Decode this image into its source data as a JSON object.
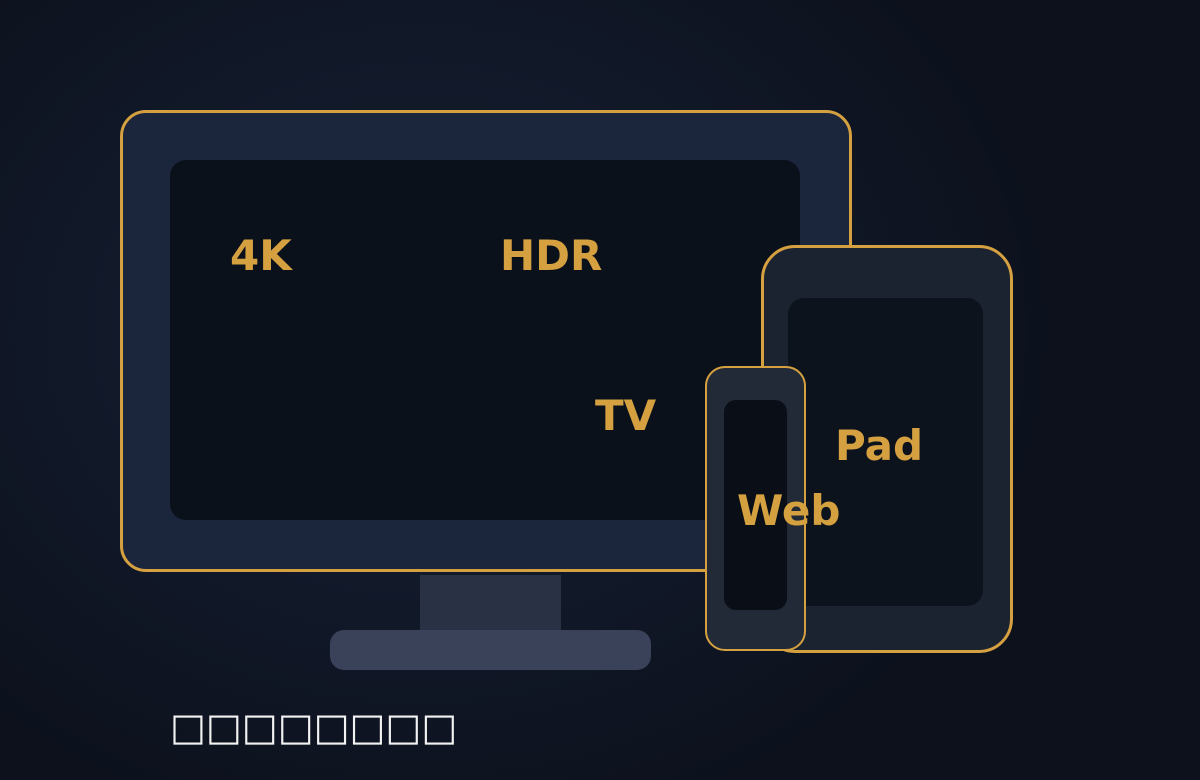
{
  "illustration": {
    "labels": {
      "resolution": "4K",
      "dynamic_range": "HDR",
      "tv": "TV",
      "pad": "Pad",
      "web": "Web"
    },
    "caption": "□□□□□□□□",
    "colors": {
      "accent": "#d5a040",
      "background": "#111828",
      "device_body": "#1b253c",
      "screen": "#0b111b",
      "caption_text": "#f2f2f2"
    },
    "icons": [
      "tv-icon",
      "tablet-icon",
      "phone-icon"
    ]
  }
}
